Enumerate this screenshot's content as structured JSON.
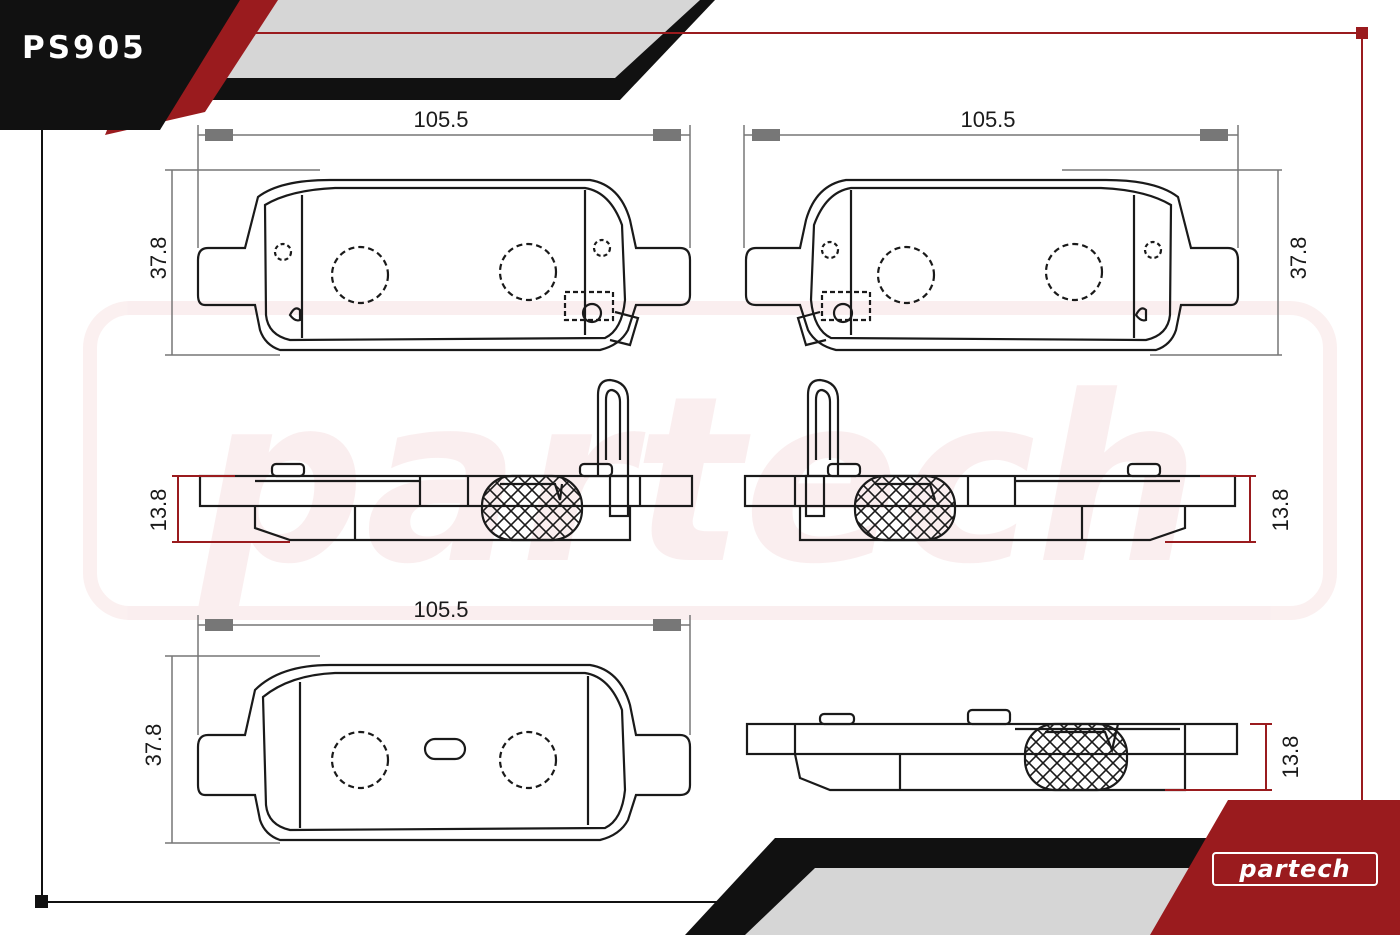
{
  "product": {
    "code": "PS905"
  },
  "brand": {
    "name_a": "par",
    "name_b": "tech"
  },
  "colors": {
    "accent_red": "#9a1b1e",
    "dark": "#111111",
    "gray": "#bdbdbd",
    "line": "#1a1a1a",
    "dim_gray": "#777777"
  },
  "dimensions": {
    "pad_a_width": "105.5",
    "pad_a_height": "37.8",
    "pad_a_thickness": "13.8",
    "pad_b_width": "105.5",
    "pad_b_height": "37.8",
    "pad_b_thickness": "13.8",
    "pad_c_width": "105.5",
    "pad_c_height": "37.8",
    "pad_c_thickness": "13.8"
  }
}
